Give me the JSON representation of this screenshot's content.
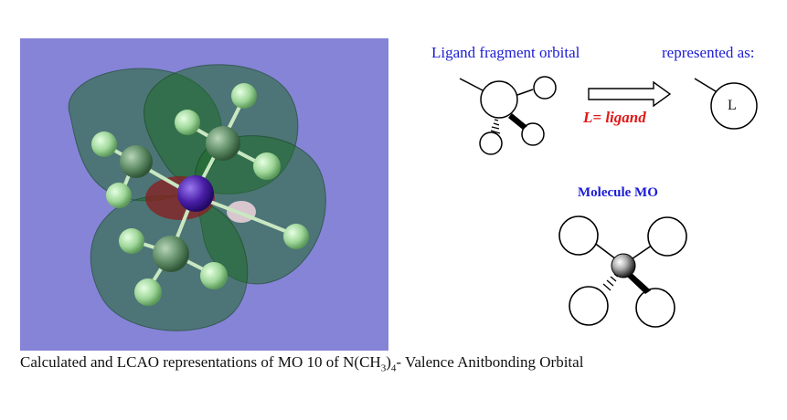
{
  "ligand_fragment_title": "Ligand fragment orbital",
  "represented_as": "represented as:",
  "ligand_equation": "L= ligand",
  "ligand_symbol": "L",
  "molecule_mo_title": "Molecule MO",
  "caption": {
    "pre": "Calculated and LCAO representations of MO 10 of N(CH",
    "sub1": "3",
    "mid": ")",
    "sub2": "4",
    "post": "- Valence Anitbonding Orbital"
  },
  "colors": {
    "render_background": "#8584d6",
    "label_blue": "#1c1cd6",
    "ligand_red": "#e01818",
    "lobe_green": "#1f6a2a",
    "nitrogen_purple": "#4a1fa8",
    "hydrogen_green": "#a8e0a0"
  }
}
